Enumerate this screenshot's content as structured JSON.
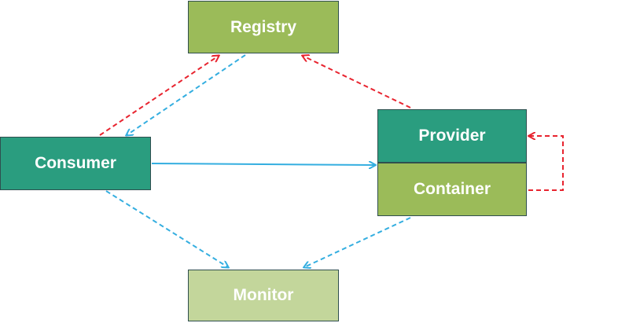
{
  "nodes": {
    "registry": {
      "label": "Registry",
      "color": "#9bbb59"
    },
    "consumer": {
      "label": "Consumer",
      "color": "#2a9d7f"
    },
    "provider": {
      "label": "Provider",
      "color": "#2a9d7f"
    },
    "container": {
      "label": "Container",
      "color": "#9bbb59"
    },
    "monitor": {
      "label": "Monitor",
      "color": "#c3d69b"
    }
  },
  "colors": {
    "red_arrow": "#e8242f",
    "blue_arrow": "#34aee0",
    "box_border": "#2f4f4f"
  }
}
